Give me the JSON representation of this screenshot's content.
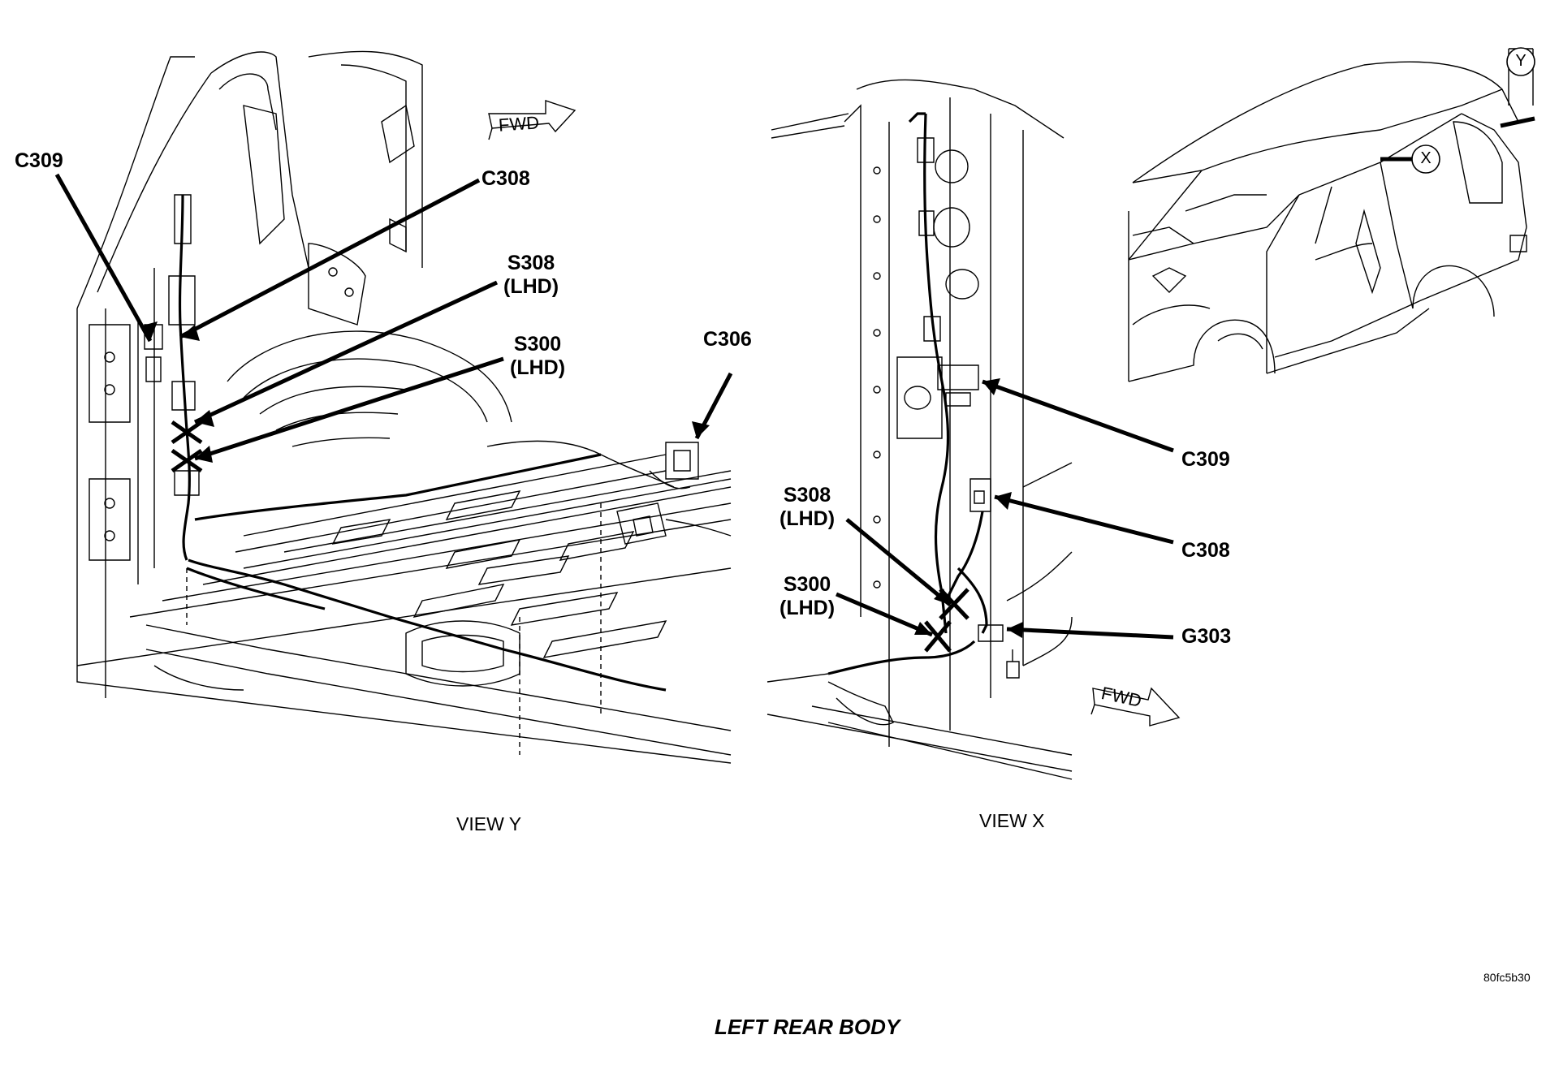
{
  "view_y": {
    "caption": "VIEW Y",
    "labels": {
      "c309": "C309",
      "c308": "C308",
      "s308_name": "S308",
      "s308_note": "(LHD)",
      "s300_name": "S300",
      "s300_note": "(LHD)",
      "c306": "C306"
    },
    "fwd": "FWD"
  },
  "view_x": {
    "caption": "VIEW X",
    "labels": {
      "c309": "C309",
      "c308": "C308",
      "s308_name": "S308",
      "s308_note": "(LHD)",
      "s300_name": "S300",
      "s300_note": "(LHD)",
      "g303": "G303"
    },
    "fwd": "FWD"
  },
  "locator": {
    "marker_y": "Y",
    "marker_x": "X"
  },
  "figure_title": "LEFT REAR BODY",
  "figure_ref": "80fc5b30"
}
